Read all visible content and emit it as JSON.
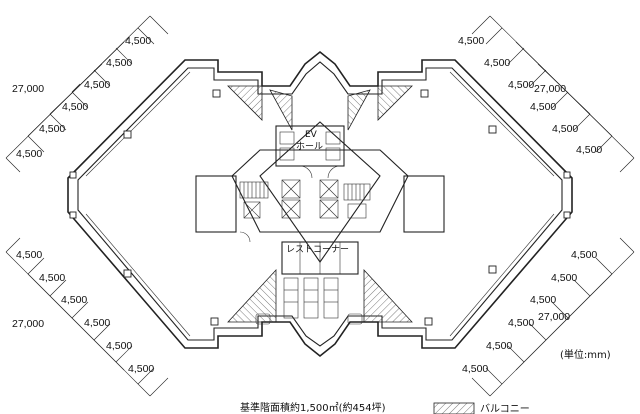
{
  "dimensions": {
    "upper_left": [
      "4,500",
      "4,500",
      "27,000",
      "4,500",
      "4,500",
      "4,500"
    ],
    "upper_right": [
      "4,500",
      "4,500",
      "27,000",
      "4,500",
      "4,500",
      "4,500"
    ],
    "lower_left": [
      "4,500",
      "4,500",
      "4,500",
      "27,000",
      "4,500",
      "4,500"
    ],
    "lower_right": [
      "4,500",
      "4,500",
      "4,500",
      "27,000",
      "4,500",
      "4,500"
    ]
  },
  "labels": {
    "ev_line1": "EV",
    "ev_line2": "ホール",
    "restroom": "レストコーナー",
    "unit": "(単位:mm)",
    "area_caption": "基準階面積約1,500㎡(約454坪)",
    "legend": "バルコニー"
  },
  "colors": {
    "line": "#222222",
    "hatch": "#444444"
  }
}
